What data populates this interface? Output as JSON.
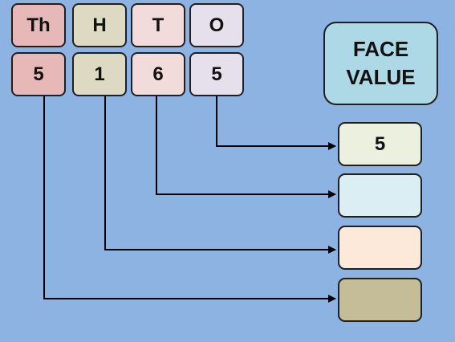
{
  "places": [
    {
      "header": "Th",
      "digit": "5",
      "header_color": "#e6b9b8",
      "digit_color": "#e6b9b8"
    },
    {
      "header": "H",
      "digit": "1",
      "header_color": "#ddd9c3",
      "digit_color": "#ddd9c3"
    },
    {
      "header": "T",
      "digit": "6",
      "header_color": "#f2dcdb",
      "digit_color": "#f2dcdb"
    },
    {
      "header": "O",
      "digit": "5",
      "header_color": "#e5e0ec",
      "digit_color": "#e5e0ec"
    }
  ],
  "face_value": {
    "title_line1": "FACE",
    "title_line2": "VALUE",
    "title_color": "#add8e6"
  },
  "answers": [
    {
      "value": "5",
      "color": "#ebf1de"
    },
    {
      "value": "",
      "color": "#dbeef4"
    },
    {
      "value": "",
      "color": "#fde9d9"
    },
    {
      "value": "",
      "color": "#c4bd97"
    }
  ],
  "colors": {
    "background": "#8db3e2",
    "line": "#000000"
  }
}
